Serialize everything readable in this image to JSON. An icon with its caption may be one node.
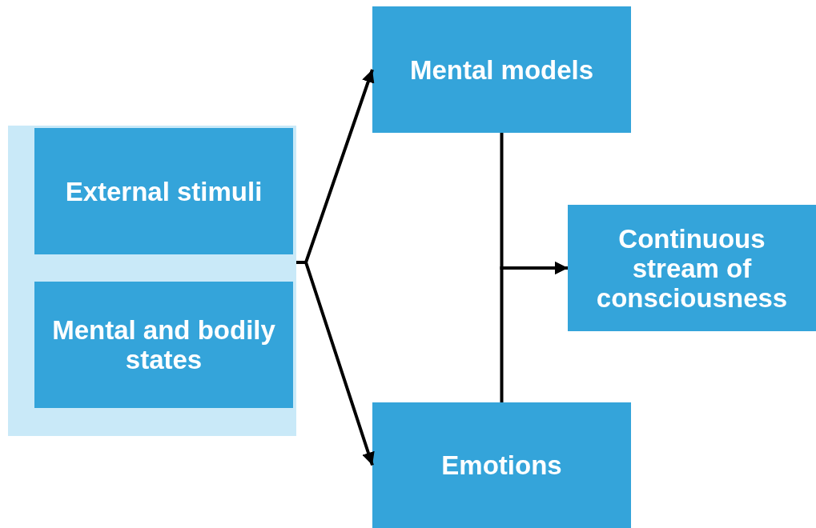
{
  "diagram": {
    "nodes": [
      {
        "text": [],
        "shape": "box"
      },
      {
        "text": [
          "External stimuli"
        ],
        "in": 0
      },
      {
        "text": [
          "Mental and bodily states"
        ],
        "in": 0
      },
      {
        "text": [
          "Mental models"
        ]
      },
      {
        "text": [
          "Continuous stream of consciousness"
        ]
      },
      {
        "text": [
          "Emotions"
        ]
      }
    ],
    "edges": [
      {
        "from": 0,
        "to": 3,
        "arrow": "to"
      },
      {
        "from": 0,
        "to": 5,
        "arrow": "to"
      },
      {
        "from": 3,
        "to": 4,
        "arrow": "to"
      },
      {
        "from": 5,
        "to": 4,
        "arrow": "to"
      }
    ]
  }
}
